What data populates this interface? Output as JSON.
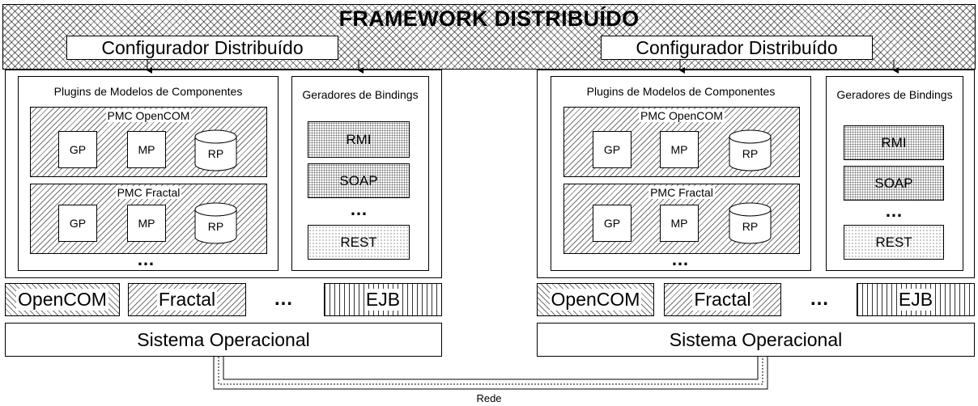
{
  "title": "FRAMEWORK DISTRIBUÍDO",
  "nodes": [
    {
      "configurator": "Configurador Distribuído",
      "plugins_title": "Plugins de Modelos de Componentes",
      "pmc_opencom": {
        "title": "PMC OpenCOM",
        "gp": "GP",
        "mp": "MP",
        "rp": "RP"
      },
      "pmc_fractal": {
        "title": "PMC Fractal",
        "gp": "GP",
        "mp": "MP",
        "rp": "RP"
      },
      "plugins_ellipsis": "…",
      "bindings_title": "Geradores de Bindings",
      "bindings": [
        "RMI",
        "SOAP",
        "REST"
      ],
      "bindings_ellipsis": "…",
      "models": [
        "OpenCOM",
        "Fractal",
        "EJB"
      ],
      "models_ellipsis": "…",
      "os": "Sistema Operacional"
    },
    {
      "configurator": "Configurador Distribuído",
      "plugins_title": "Plugins de Modelos de Componentes",
      "pmc_opencom": {
        "title": "PMC OpenCOM",
        "gp": "GP",
        "mp": "MP",
        "rp": "RP"
      },
      "pmc_fractal": {
        "title": "PMC Fractal",
        "gp": "GP",
        "mp": "MP",
        "rp": "RP"
      },
      "plugins_ellipsis": "…",
      "bindings_title": "Geradores de Bindings",
      "bindings": [
        "RMI",
        "SOAP",
        "REST"
      ],
      "bindings_ellipsis": "…",
      "models": [
        "OpenCOM",
        "Fractal",
        "EJB"
      ],
      "models_ellipsis": "…",
      "os": "Sistema Operacional"
    }
  ],
  "network_label": "Rede"
}
